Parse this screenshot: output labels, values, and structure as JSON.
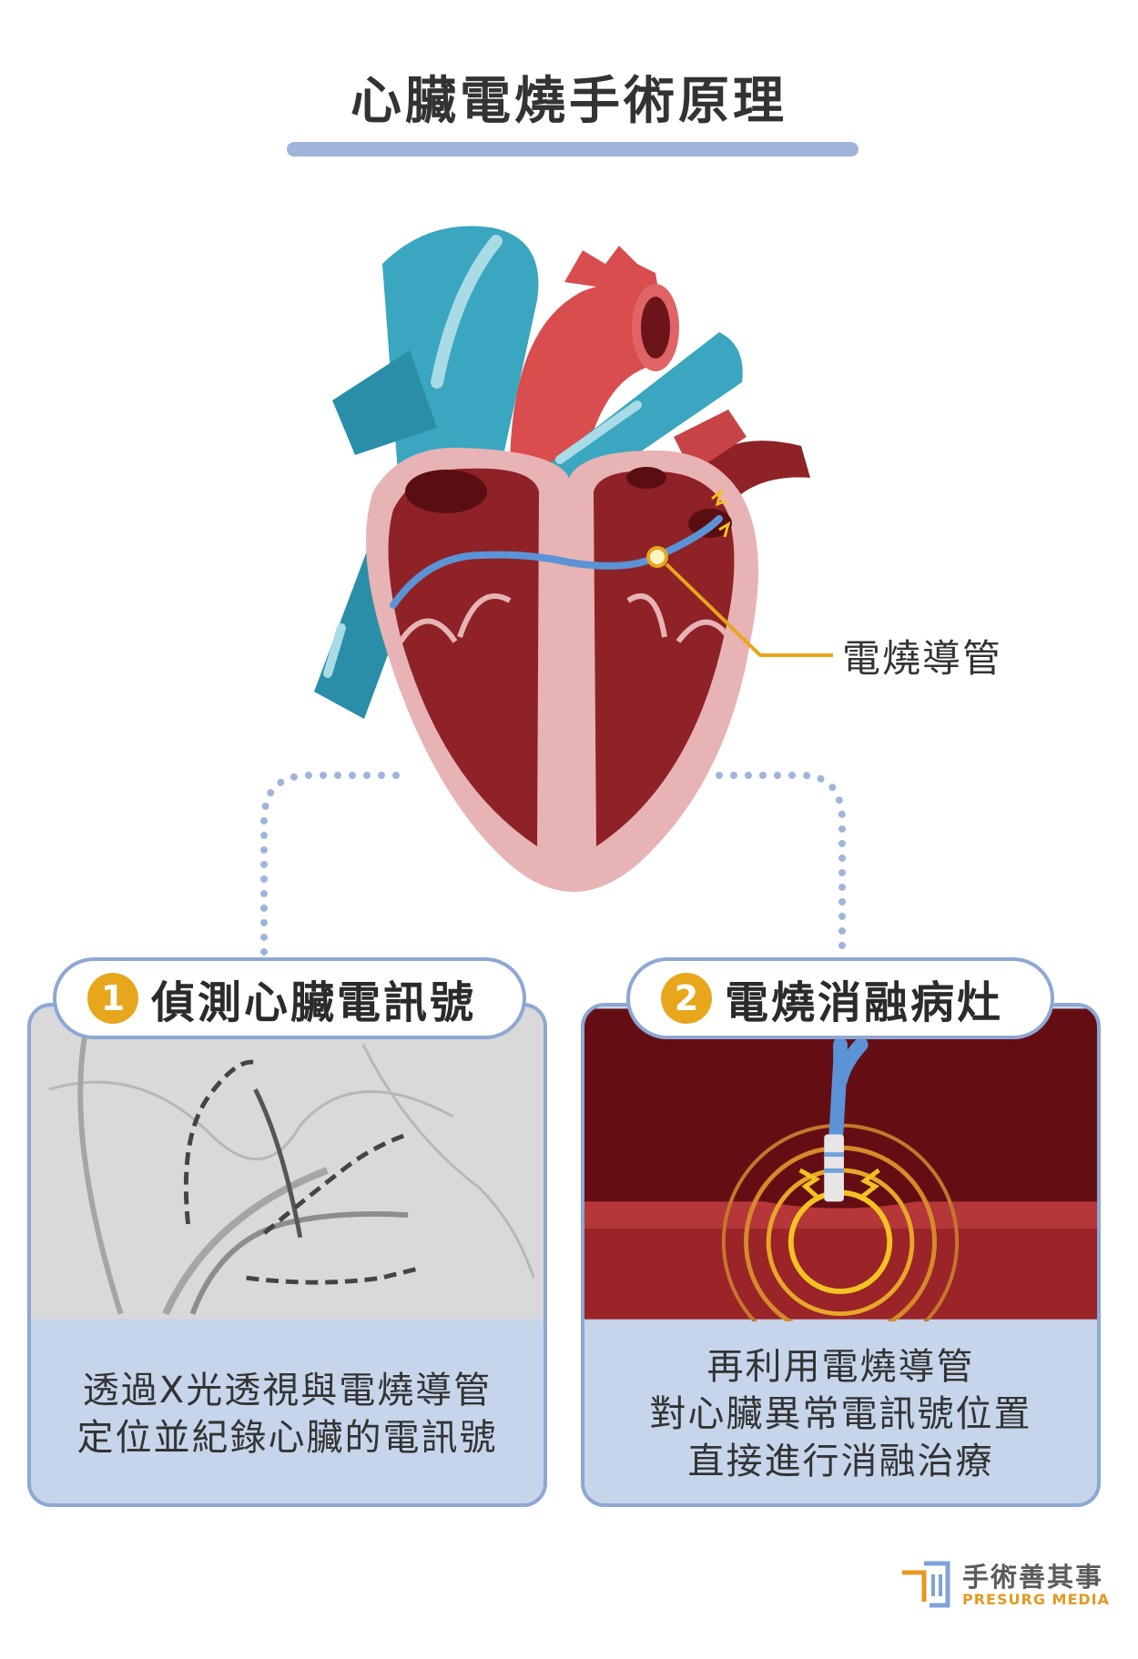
{
  "title": "心臟電燒手術原理",
  "callout_label": "電燒導管",
  "steps": [
    {
      "number": "1",
      "label": "偵測心臟電訊號",
      "description_lines": [
        "透過X光透視與電燒導管",
        "定位並紀錄心臟的電訊號"
      ]
    },
    {
      "number": "2",
      "label": "電燒消融病灶",
      "description_lines": [
        "再利用電燒導管",
        "對心臟異常電訊號位置",
        "直接進行消融治療"
      ]
    }
  ],
  "logo": {
    "name": "手術善其事",
    "subtitle": "PRESURG MEDIA"
  },
  "colors": {
    "accent_blue": "#8ea7d3",
    "badge_gold": "#e7a61c",
    "catheter_blue": "#5b93d6",
    "heart_dark": "#8e2226",
    "heart_wall": "#e8b3b5",
    "vessel_teal": "#3aa6bf",
    "artery_red": "#d94d4f"
  }
}
